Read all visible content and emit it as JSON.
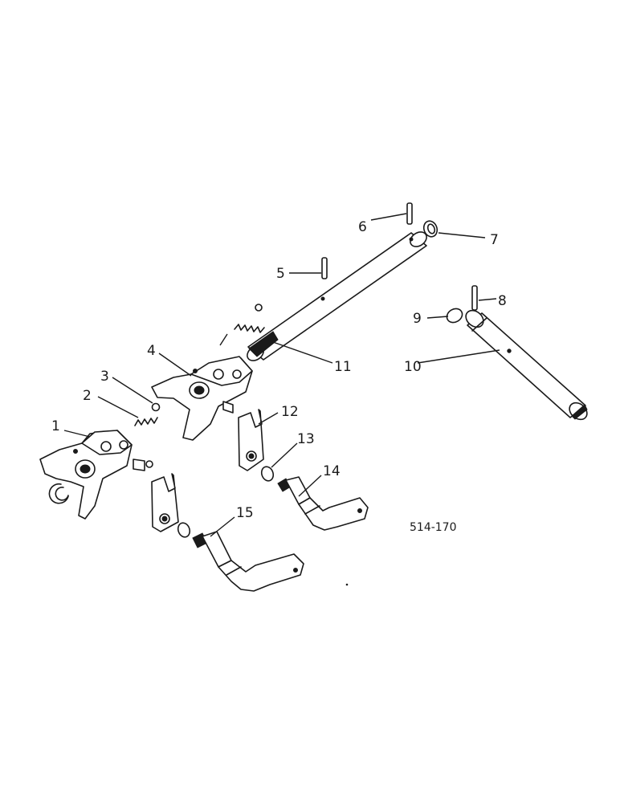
{
  "callouts": [
    "1",
    "2",
    "3",
    "4",
    "5",
    "6",
    "7",
    "8",
    "9",
    "10",
    "11",
    "12",
    "13",
    "14",
    "15"
  ],
  "reference_code": "514-170",
  "colors": {
    "ink": "#1a1a1a",
    "paper": "#ffffff"
  }
}
